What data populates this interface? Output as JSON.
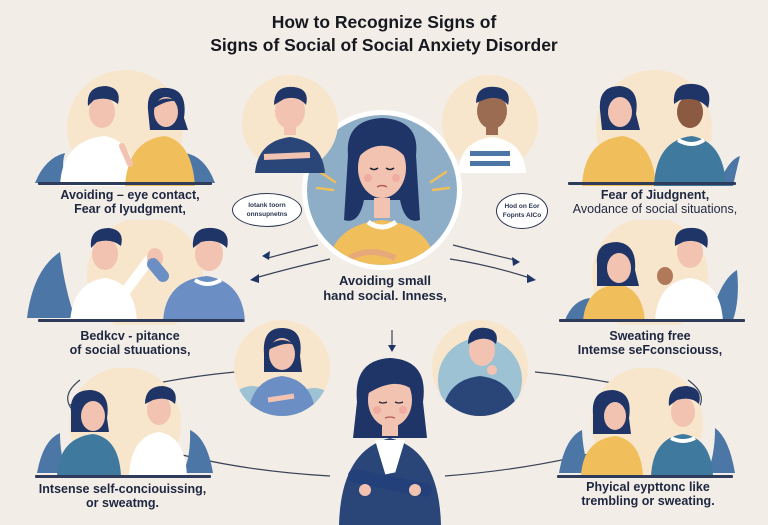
{
  "title": {
    "line1": "How to Recognize Signs of",
    "line2": "Signs of Social of Social Anxiety Disorder"
  },
  "center": {
    "caption_line1": "Avoiding small",
    "caption_line2": "hand social. Inness,"
  },
  "speech_bubbles": [
    {
      "line1": "Iotank toorn",
      "line2": "onnsupnetns"
    },
    {
      "line1": "Hod on Eor",
      "line2": "Fopnts AICo"
    }
  ],
  "panels": [
    {
      "id": "top-left",
      "caption_line1": "Avoiding – eye contact,",
      "caption_line2": "Fear of Iyudgment,"
    },
    {
      "id": "top-right",
      "caption_line1": "Fear of Jiudgnent,",
      "caption_line2": "Avodance of social situations,"
    },
    {
      "id": "mid-left",
      "caption_line1": "Bedkcv - pitance",
      "caption_line2": "of social stuuations,"
    },
    {
      "id": "mid-right",
      "caption_line1": "Sweating free",
      "caption_line2": "Intemse seFconsciouss,"
    },
    {
      "id": "bottom-left",
      "caption_line1": "Intsense self-conciouissing,",
      "caption_line2": "or sweatmg."
    },
    {
      "id": "bottom-right",
      "caption_line1": "Phyical eypttonc like",
      "caption_line2": "trembling or sweating."
    }
  ],
  "colors": {
    "background": "#f3ede7",
    "navy": "#2e3b5a",
    "hair": "#1f3568",
    "skin": "#f2c3b1",
    "yellow": "#f0bf5c",
    "blue_shirt": "#6b8fc4",
    "teal_shirt": "#3f7a9e",
    "leaf": "#4b76a6",
    "halo": "#f8e6cc",
    "circle_blue": "#8daec6"
  }
}
